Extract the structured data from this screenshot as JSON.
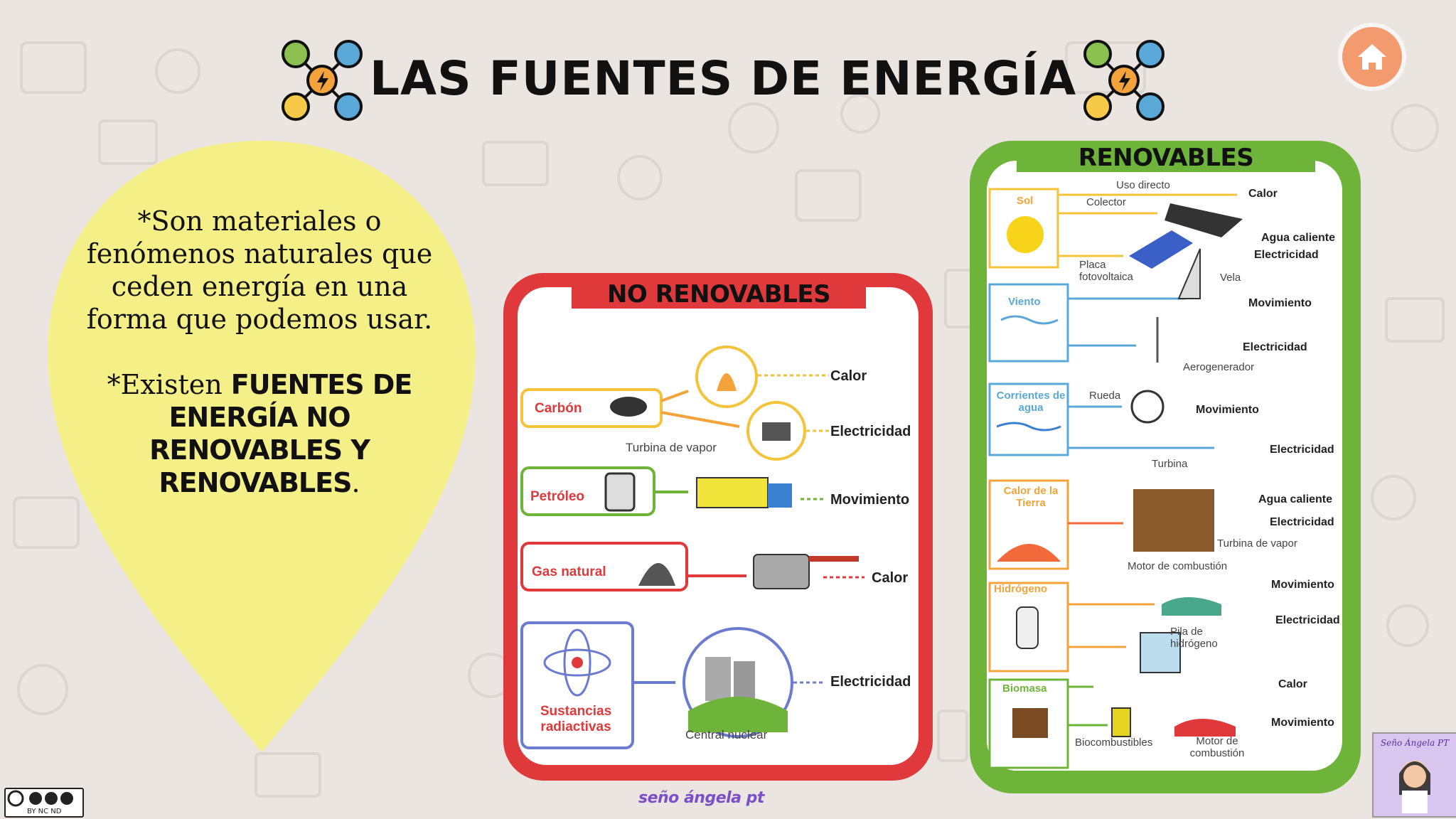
{
  "title": "LAS FUENTES DE ENERGÍA",
  "home_button_icon": "home-icon",
  "drop": {
    "line1": "*Son materiales o fenómenos naturales que ceden energía en una forma que podemos usar.",
    "line2_prefix": "*Existen ",
    "line2_bold": "FUENTES DE ENERGÍA NO RENOVABLES Y RENOVABLES",
    "line2_suffix": "."
  },
  "no_renovables": {
    "title": "NO RENOVABLES",
    "sources": [
      "Carbón",
      "Petróleo",
      "Gas natural",
      "Sustancias radiactivas"
    ],
    "outputs": [
      "Calor",
      "Electricidad",
      "Movimiento",
      "Calor",
      "Electricidad"
    ],
    "captions": [
      "Turbina de vapor",
      "Central nuclear"
    ]
  },
  "renovables": {
    "title": "RENOVABLES",
    "sources": [
      "Sol",
      "Viento",
      "Corrientes de agua",
      "Calor de la Tierra",
      "Hidrógeno",
      "Biomasa"
    ],
    "captions": {
      "uso_directo": "Uso directo",
      "colector": "Colector",
      "placa": "Placa fotovoltaica",
      "vela": "Vela",
      "aerogenerador": "Aerogenerador",
      "rueda": "Rueda",
      "turbina": "Turbina",
      "turbina_vapor": "Turbina de vapor",
      "motor_combustion": "Motor de combustión",
      "pila": "Pila de hidrógeno",
      "biocombustibles": "Biocombustibles",
      "motor_combustion2": "Motor de combustión"
    },
    "outputs": {
      "sol": [
        "Calor",
        "Agua caliente",
        "Electricidad"
      ],
      "viento": [
        "Movimiento",
        "Electricidad"
      ],
      "agua": [
        "Movimiento",
        "Electricidad"
      ],
      "tierra": [
        "Agua caliente",
        "Electricidad"
      ],
      "hidrogeno": [
        "Movimiento",
        "Electricidad"
      ],
      "biomasa": [
        "Calor",
        "Movimiento"
      ]
    }
  },
  "footer": "seño ángela pt",
  "license": "BY NC ND",
  "avatar_name": "Seño Ángela PT",
  "colors": {
    "red": "#e0393b",
    "green": "#6fb43a",
    "yellow": "#f4ef86",
    "home": "#f39a6e",
    "purple": "#7b4fc7"
  }
}
